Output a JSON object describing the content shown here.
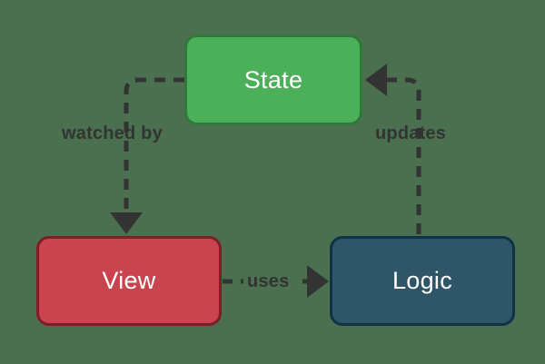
{
  "diagram": {
    "background_color": "#4a7050",
    "edge_color": "#333333",
    "nodes": [
      {
        "id": "state",
        "label": "State",
        "fill": "#4caf59",
        "stroke": "#2f7a3a",
        "text_color": "#ffffff"
      },
      {
        "id": "view",
        "label": "View",
        "fill": "#c9444e",
        "stroke": "#7e1d24",
        "text_color": "#ffffff"
      },
      {
        "id": "logic",
        "label": "Logic",
        "fill": "#2f5568",
        "stroke": "#103246",
        "text_color": "#ffffff"
      }
    ],
    "edges": [
      {
        "id": "state-to-view",
        "label": "watched by",
        "from": "state",
        "to": "view",
        "style": "dashed",
        "arrowhead": "solid-triangle"
      },
      {
        "id": "logic-to-state",
        "label": "updates",
        "from": "logic",
        "to": "state",
        "style": "dashed",
        "arrowhead": "solid-triangle"
      },
      {
        "id": "view-to-logic",
        "label": "uses",
        "from": "view",
        "to": "logic",
        "style": "dashed",
        "arrowhead": "solid-triangle"
      }
    ]
  }
}
